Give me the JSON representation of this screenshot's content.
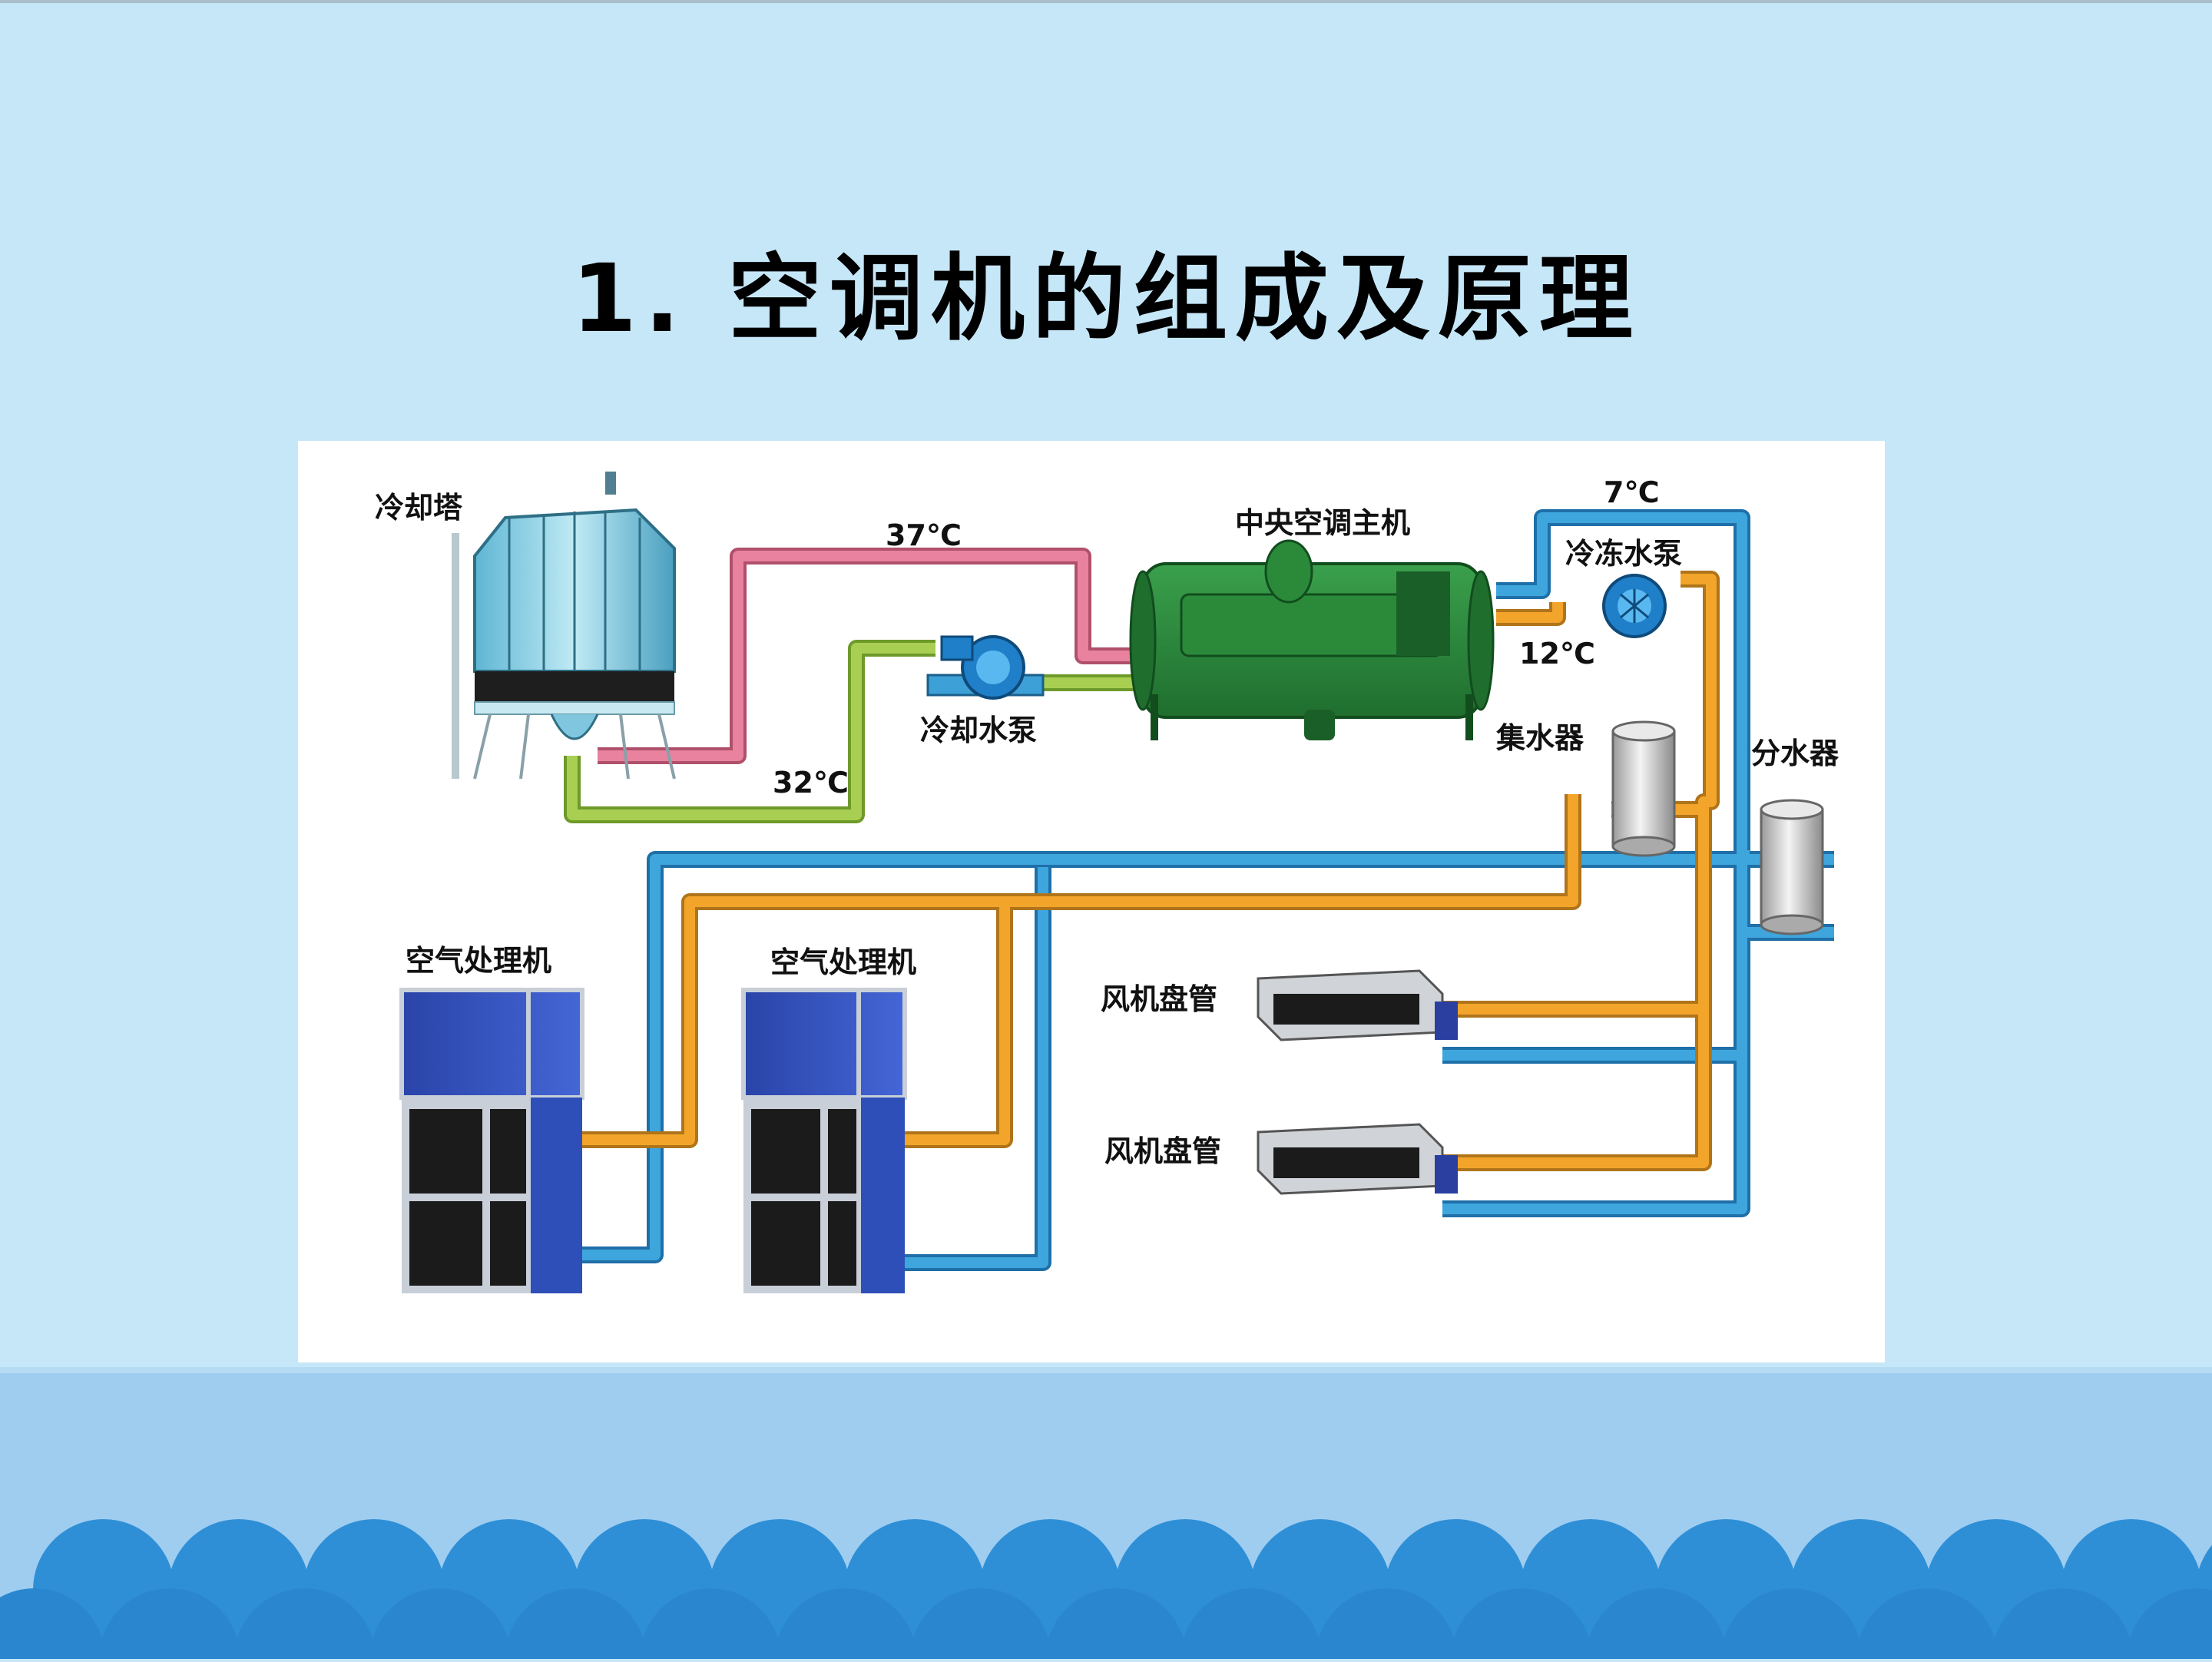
{
  "slide": {
    "title": "1.  空调机的组成及原理"
  },
  "diagram": {
    "labels": {
      "cooling_tower": "冷却塔",
      "temp_37": "37℃",
      "temp_32": "32℃",
      "cooling_pump": "冷却水泵",
      "chiller": "中央空调主机",
      "temp_7": "7℃",
      "chilled_pump": "冷冻水泵",
      "temp_12": "12℃",
      "collector": "集水器",
      "distributor": "分水器",
      "ahu_1": "空气处理机",
      "ahu_2": "空气处理机",
      "fcu_1": "风机盘管",
      "fcu_2": "风机盘管"
    },
    "colors": {
      "hot_cooling_water": "#e8829e",
      "cold_cooling_water": "#a8cf52",
      "chilled_supply": "#3ea6dd",
      "chilled_return": "#f2a52a",
      "chiller_body": "#2e8b3e",
      "tower_body": "#8fd0e3",
      "ahu_body": "#2f4fb8"
    }
  }
}
